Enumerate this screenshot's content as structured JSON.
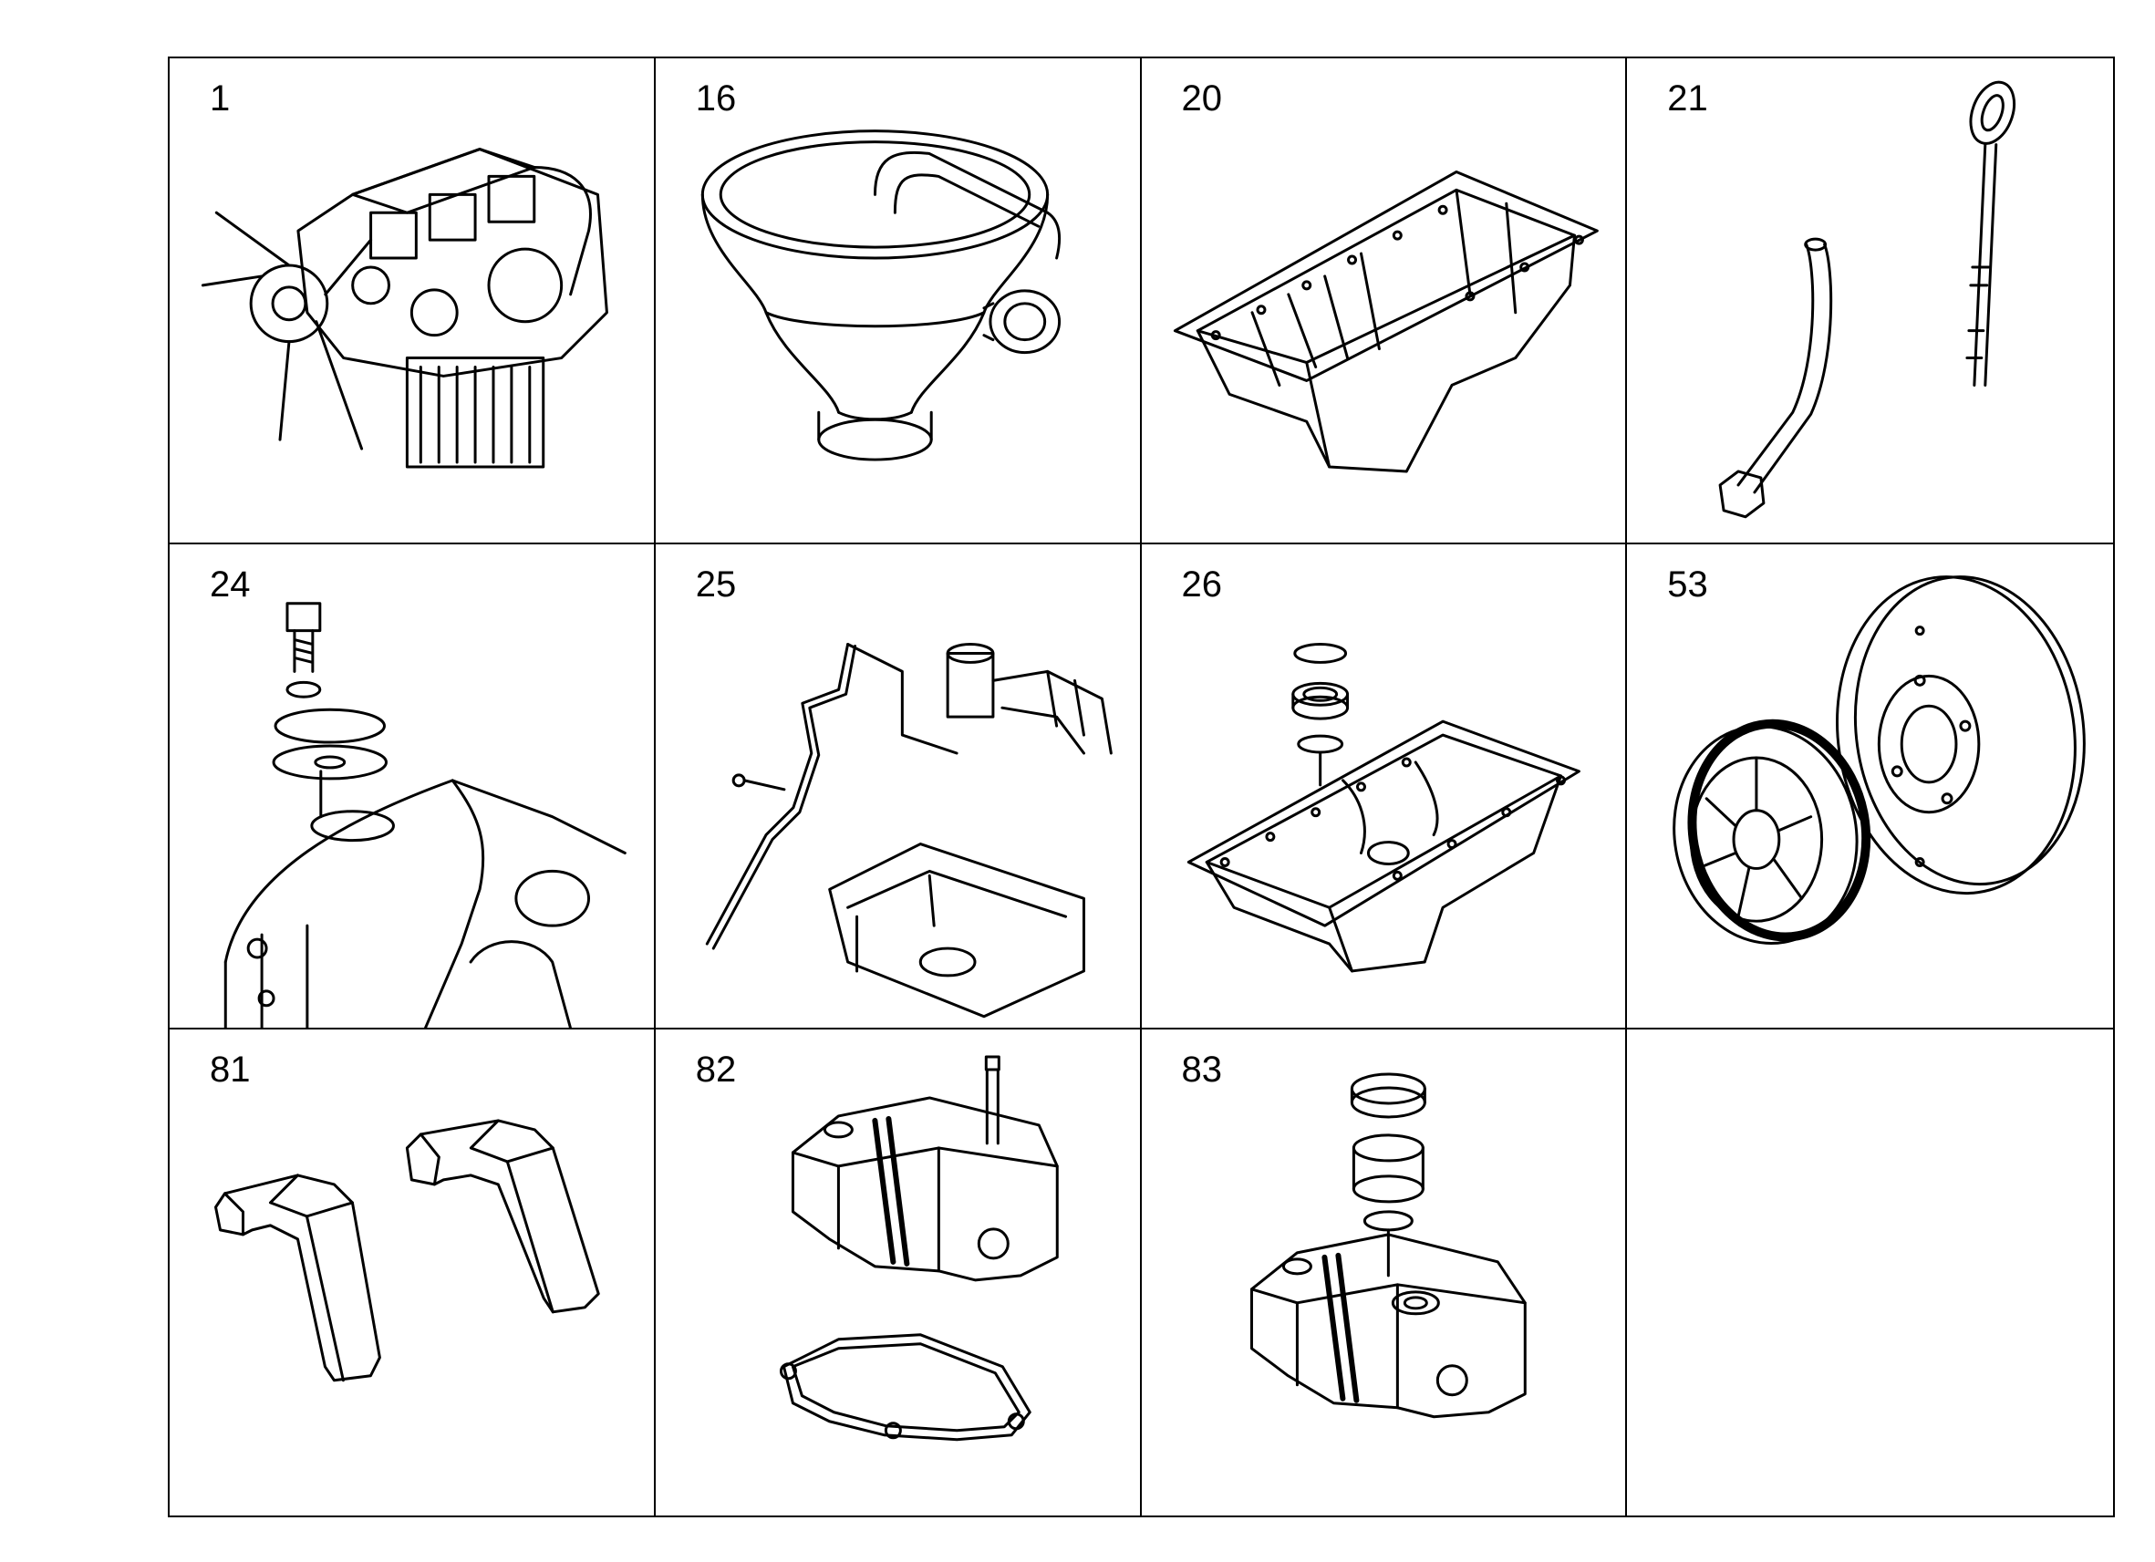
{
  "cells": [
    {
      "number": "1",
      "icon": "engine-assembly-icon"
    },
    {
      "number": "16",
      "icon": "oil-filler-funnel-icon"
    },
    {
      "number": "20",
      "icon": "oil-pan-icon"
    },
    {
      "number": "21",
      "icon": "dipstick-and-tube-icon"
    },
    {
      "number": "24",
      "icon": "cover-plate-bolt-icon"
    },
    {
      "number": "25",
      "icon": "oil-line-kit-icon"
    },
    {
      "number": "26",
      "icon": "oil-pan-with-seals-icon"
    },
    {
      "number": "53",
      "icon": "vibration-damper-pulley-icon"
    },
    {
      "number": "81",
      "icon": "lifting-bracket-icon"
    },
    {
      "number": "82",
      "icon": "valve-cover-gasket-icon"
    },
    {
      "number": "83",
      "icon": "valve-cover-cap-icon"
    },
    {
      "number": "",
      "icon": ""
    }
  ]
}
